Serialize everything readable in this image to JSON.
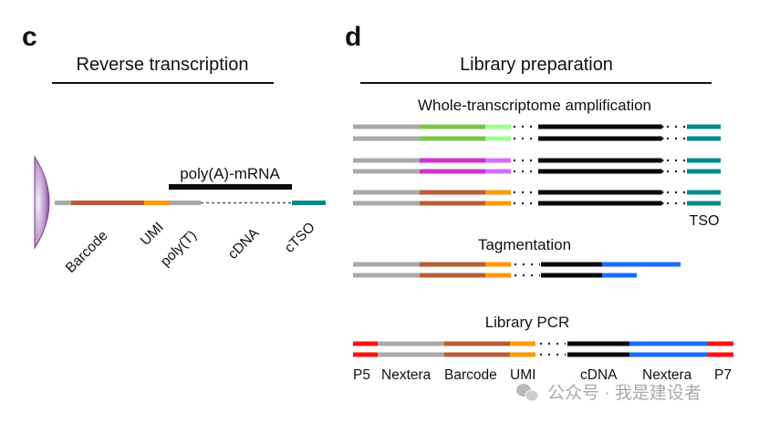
{
  "panel_c": {
    "letter": "c",
    "title": "Reverse transcription",
    "mrna_label": "poly(A)-mRNA",
    "labels": [
      "Barcode",
      "UMI",
      "poly(T)",
      "cDNA",
      "cTSO"
    ]
  },
  "panel_d": {
    "letter": "d",
    "title": "Library preparation",
    "wta": {
      "title": "Whole-transcriptome amplification",
      "tso_label": "TSO"
    },
    "tagmentation": {
      "title": "Tagmentation"
    },
    "pcr": {
      "title": "Library PCR",
      "labels": [
        "P5",
        "Nextera",
        "Barcode",
        "UMI",
        "cDNA",
        "Nextera",
        "P7"
      ]
    }
  },
  "colors": {
    "grey": "#a9a9a9",
    "barcode": "#b85c38",
    "umi": "#ff9900",
    "teal": "#008b8b",
    "green": "#7ec24a",
    "light_green": "#a0ff90",
    "magenta": "#d030cc",
    "light_magenta": "#d070ff",
    "black": "#0a0a0a",
    "blue": "#1a6cff",
    "red": "#ff1010",
    "bead": "#8a4a9e"
  },
  "watermark": "公众号 · 我是建设者"
}
